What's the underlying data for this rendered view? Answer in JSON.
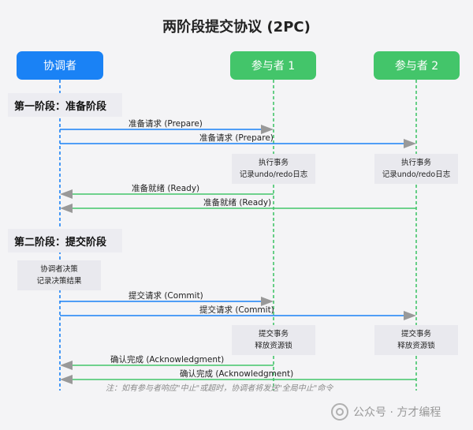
{
  "title": "两阶段提交协议 (2PC)",
  "actors": {
    "coordinator": "协调者",
    "participant1": "参与者 1",
    "participant2": "参与者 2"
  },
  "phases": {
    "phase1": "第一阶段：准备阶段",
    "phase2": "第二阶段：提交阶段"
  },
  "messages": {
    "prepare1": "准备请求 (Prepare)",
    "prepare2": "准备请求 (Prepare)",
    "ready1": "准备就绪 (Ready)",
    "ready2": "准备就绪 (Ready)",
    "commit1": "提交请求 (Commit)",
    "commit2": "提交请求 (Commit)",
    "ack1": "确认完成 (Acknowledgment)",
    "ack2": "确认完成 (Acknowledgment)"
  },
  "notes": {
    "p1_exec_line1": "执行事务",
    "p1_exec_line2": "记录undo/redo日志",
    "p2_exec_line1": "执行事务",
    "p2_exec_line2": "记录undo/redo日志",
    "coord_line1": "协调者决策",
    "coord_line2": "记录决策结果",
    "p1_commit_line1": "提交事务",
    "p1_commit_line2": "释放资源锁",
    "p2_commit_line1": "提交事务",
    "p2_commit_line2": "释放资源锁"
  },
  "footer": "注：如有参与者响应\"中止\"或超时，协调者将发送\"全局中止\"命令",
  "watermark": "公众号 · 方才编程",
  "colors": {
    "coordinator": "#1a82f5",
    "participant": "#43c56a",
    "request_arrow": "#1a82f5",
    "response_arrow": "#43c56a",
    "arrowhead": "#999999"
  }
}
